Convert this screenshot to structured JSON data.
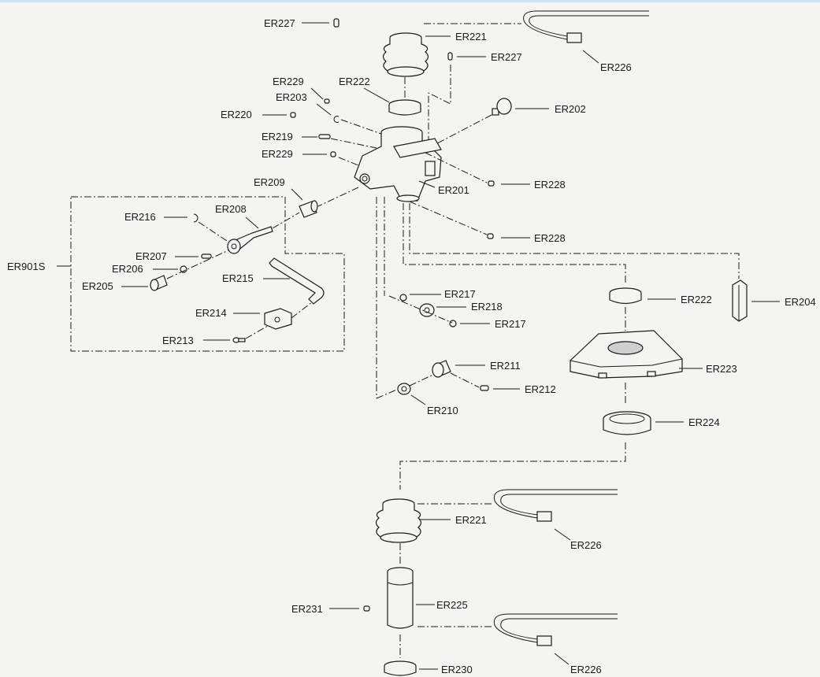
{
  "diagram": {
    "parts": [
      {
        "id": "er227a",
        "code": "ER227"
      },
      {
        "id": "er221a",
        "code": "ER221"
      },
      {
        "id": "er226a",
        "code": "ER226"
      },
      {
        "id": "er227b",
        "code": "ER227"
      },
      {
        "id": "er229a",
        "code": "ER229"
      },
      {
        "id": "er222a",
        "code": "ER222"
      },
      {
        "id": "er203",
        "code": "ER203"
      },
      {
        "id": "er202",
        "code": "ER202"
      },
      {
        "id": "er220",
        "code": "ER220"
      },
      {
        "id": "er219",
        "code": "ER219"
      },
      {
        "id": "er229b",
        "code": "ER229"
      },
      {
        "id": "er201",
        "code": "ER201"
      },
      {
        "id": "er228a",
        "code": "ER228"
      },
      {
        "id": "er209",
        "code": "ER209"
      },
      {
        "id": "er208",
        "code": "ER208"
      },
      {
        "id": "er216",
        "code": "ER216"
      },
      {
        "id": "er228b",
        "code": "ER228"
      },
      {
        "id": "er207",
        "code": "ER207"
      },
      {
        "id": "er206",
        "code": "ER206"
      },
      {
        "id": "er901s",
        "code": "ER901S"
      },
      {
        "id": "er205",
        "code": "ER205"
      },
      {
        "id": "er215",
        "code": "ER215"
      },
      {
        "id": "er217a",
        "code": "ER217"
      },
      {
        "id": "er218",
        "code": "ER218"
      },
      {
        "id": "er222b",
        "code": "ER222"
      },
      {
        "id": "er204",
        "code": "ER204"
      },
      {
        "id": "er214",
        "code": "ER214"
      },
      {
        "id": "er217b",
        "code": "ER217"
      },
      {
        "id": "er213",
        "code": "ER213"
      },
      {
        "id": "er223",
        "code": "ER223"
      },
      {
        "id": "er211",
        "code": "ER211"
      },
      {
        "id": "er212",
        "code": "ER212"
      },
      {
        "id": "er210",
        "code": "ER210"
      },
      {
        "id": "er224",
        "code": "ER224"
      },
      {
        "id": "er221b",
        "code": "ER221"
      },
      {
        "id": "er226b",
        "code": "ER226"
      },
      {
        "id": "er225",
        "code": "ER225"
      },
      {
        "id": "er231",
        "code": "ER231"
      },
      {
        "id": "er226c",
        "code": "ER226"
      },
      {
        "id": "er230",
        "code": "ER230"
      }
    ]
  },
  "colors": {
    "ink": "#1a1a1a",
    "paper": "#f4f4f2",
    "accent_bar": "#cfe3f7"
  }
}
